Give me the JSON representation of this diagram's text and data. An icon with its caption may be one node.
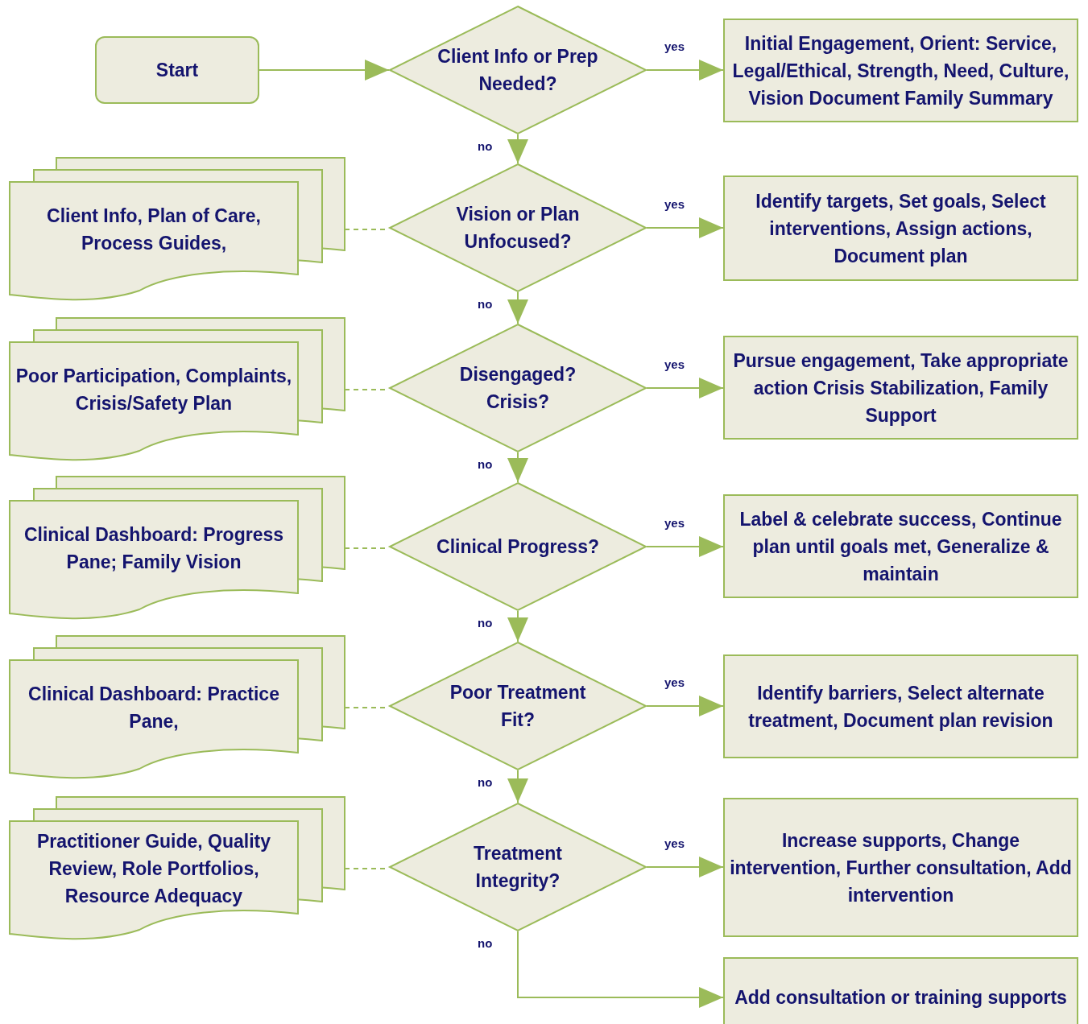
{
  "diagram": {
    "nodes": [
      {
        "text": [
          "Start"
        ]
      },
      {
        "text": [
          "Client Info or Prep Needed?"
        ]
      },
      {
        "text": [
          "Initial Engagement, Orient: Service, Legal/Ethical, Strength, Need, Culture, Vision Document Family Summary"
        ]
      },
      {
        "text": [
          "Client Info, Plan of Care, Process Guides,"
        ]
      },
      {
        "text": [
          "Vision or Plan Unfocused?"
        ]
      },
      {
        "text": [
          "Identify targets, Set goals, Select interventions, Assign actions, Document plan"
        ]
      },
      {
        "text": [
          "Poor Participation, Complaints, Crisis/Safety Plan"
        ]
      },
      {
        "text": [
          "Disengaged? Crisis?"
        ]
      },
      {
        "text": [
          "Pursue engagement, Take appropriate action Crisis Stabilization, Family Support"
        ]
      },
      {
        "text": [
          "Clinical Dashboard: Progress Pane; Family Vision"
        ]
      },
      {
        "text": [
          "Clinical Progress?"
        ]
      },
      {
        "text": [
          "Label & celebrate success, Continue plan until goals met, Generalize & maintain"
        ]
      },
      {
        "text": [
          "Clinical Dashboard: Practice Pane,"
        ]
      },
      {
        "text": [
          "Poor Treatment Fit?"
        ]
      },
      {
        "text": [
          "Identify barriers, Select alternate treatment, Document plan revision"
        ]
      },
      {
        "text": [
          "Practitioner Guide, Quality Review, Role Portfolios, Resource Adequacy"
        ]
      },
      {
        "text": [
          "Treatment Integrity?"
        ]
      },
      {
        "text": [
          "Increase supports, Change intervention, Further consultation, Add intervention"
        ]
      },
      {
        "text": [
          "Add consultation or training supports"
        ]
      }
    ],
    "edges": [
      {
        "from": 0,
        "to": 1,
        "arrow": "to"
      },
      {
        "from": 1,
        "to": 2,
        "arrow": "to",
        "label": "yes"
      },
      {
        "from": 1,
        "to": 4,
        "arrow": "to",
        "label": "no"
      },
      {
        "from": 3,
        "to": 4,
        "arrow": "none",
        "style": "dashed"
      },
      {
        "from": 4,
        "to": 5,
        "arrow": "to",
        "label": "yes"
      },
      {
        "from": 4,
        "to": 7,
        "arrow": "to",
        "label": "no"
      },
      {
        "from": 6,
        "to": 7,
        "arrow": "none",
        "style": "dashed"
      },
      {
        "from": 7,
        "to": 8,
        "arrow": "to",
        "label": "yes"
      },
      {
        "from": 7,
        "to": 10,
        "arrow": "to",
        "label": "no"
      },
      {
        "from": 9,
        "to": 10,
        "arrow": "none",
        "style": "dashed"
      },
      {
        "from": 10,
        "to": 11,
        "arrow": "to",
        "label": "yes"
      },
      {
        "from": 10,
        "to": 13,
        "arrow": "to",
        "label": "no"
      },
      {
        "from": 12,
        "to": 13,
        "arrow": "none",
        "style": "dashed"
      },
      {
        "from": 13,
        "to": 14,
        "arrow": "to",
        "label": "yes"
      },
      {
        "from": 13,
        "to": 16,
        "arrow": "to",
        "label": "no"
      },
      {
        "from": 15,
        "to": 16,
        "arrow": "none",
        "style": "dashed"
      },
      {
        "from": 16,
        "to": 17,
        "arrow": "to",
        "label": "yes"
      },
      {
        "from": 16,
        "to": 18,
        "arrow": "to",
        "label": "no"
      }
    ]
  }
}
